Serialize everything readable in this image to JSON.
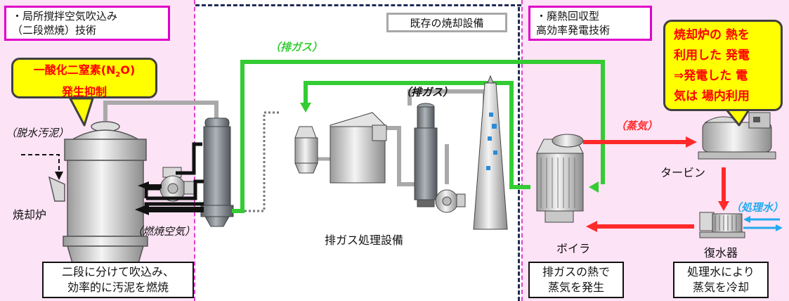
{
  "zones": {
    "left_title_line1": "・局所撹拌空気吹込み",
    "left_title_line2": "（二段燃焼）技術",
    "center_title": "既存の焼却設備",
    "right_title_line1": "・廃熱回収型",
    "right_title_line2": "高効率発電技術"
  },
  "callouts": {
    "n2o_line1": "一酸化二窒素(N",
    "n2o_sub": "2",
    "n2o_line1_end": "O)",
    "n2o_line2": "発生抑制",
    "power_line1": "焼却炉の 熱を",
    "power_line2": "利用した 発電",
    "power_line3": "⇒発電した 電",
    "power_line4": "気は 場内利用"
  },
  "labels": {
    "exhaust_top": "（排ガス）",
    "exhaust_mid": "（排ガス）",
    "sludge": "（脱水汚泥）",
    "incinerator": "焼却炉",
    "combustion_air": "（燃焼空気）",
    "gas_treatment": "排ガス処理設備",
    "steam": "（蒸気）",
    "turbine": "タービン",
    "treated_water": "（処理水）",
    "boiler": "ボイラ",
    "condenser": "復水器"
  },
  "bottom_boxes": {
    "left_line1": "二段に分けて吹込み、",
    "left_line2": "効率的に汚泥を燃焼",
    "middle_line1": "排ガスの熱で",
    "middle_line2": "蒸気を発生",
    "right_line1": "処理水により",
    "right_line2": "蒸気を冷却"
  },
  "colors": {
    "zone_pink": "#fde3f6",
    "frame_magenta": "#e000c8",
    "exhaust_green": "#33cc33",
    "steam_red": "#ff2a2a",
    "water_blue": "#22aaee",
    "callout_yellow": "#ffff00"
  }
}
